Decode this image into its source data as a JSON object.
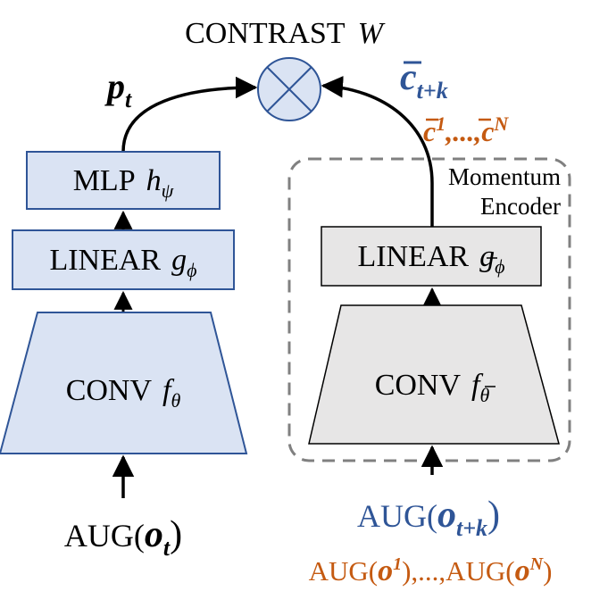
{
  "colors": {
    "blue_fill": "#dae3f3",
    "blue_stroke": "#2f5597",
    "gray_fill": "#e7e6e6",
    "text_blue": "#2f5597",
    "text_orange": "#c55a11",
    "dashed_box": "#808080"
  },
  "title": {
    "prefix": "CONTRAST",
    "var": "W"
  },
  "contrast_node": {
    "icon": "circle-times-icon"
  },
  "left": {
    "output_label": {
      "base": "p",
      "sub": "t"
    },
    "mlp": {
      "name": "MLP",
      "fn": "h",
      "sub": "ψ"
    },
    "linear": {
      "name": "LINEAR",
      "fn": "g",
      "sub": "ϕ"
    },
    "conv": {
      "name": "CONV",
      "fn": "f",
      "sub": "θ"
    },
    "input": {
      "prefix": "AUG(",
      "var": "o",
      "sub": "t",
      "suffix": ")"
    }
  },
  "right": {
    "key_label": {
      "base": "c",
      "sub": "t+k"
    },
    "negatives_label": {
      "c": "c",
      "sup1": "1",
      "dots": ",...,",
      "supN": "N"
    },
    "momentum_title_line1": "Momentum",
    "momentum_title_line2": "Encoder",
    "linear": {
      "name": "LINEAR",
      "fn": "g",
      "sub": "ϕ"
    },
    "conv": {
      "name": "CONV",
      "fn": "f",
      "sub": "θ"
    },
    "input": {
      "prefix": "AUG(",
      "var": "o",
      "sub": "t+k",
      "suffix": ")"
    },
    "negatives_input": {
      "a_prefix": "AUG(",
      "a_var": "o",
      "a_sup": "1",
      "a_suffix": ")",
      "dots": ",...,",
      "b_prefix": "AUG(",
      "b_var": "o",
      "b_sup": "N",
      "b_suffix": ")"
    }
  }
}
